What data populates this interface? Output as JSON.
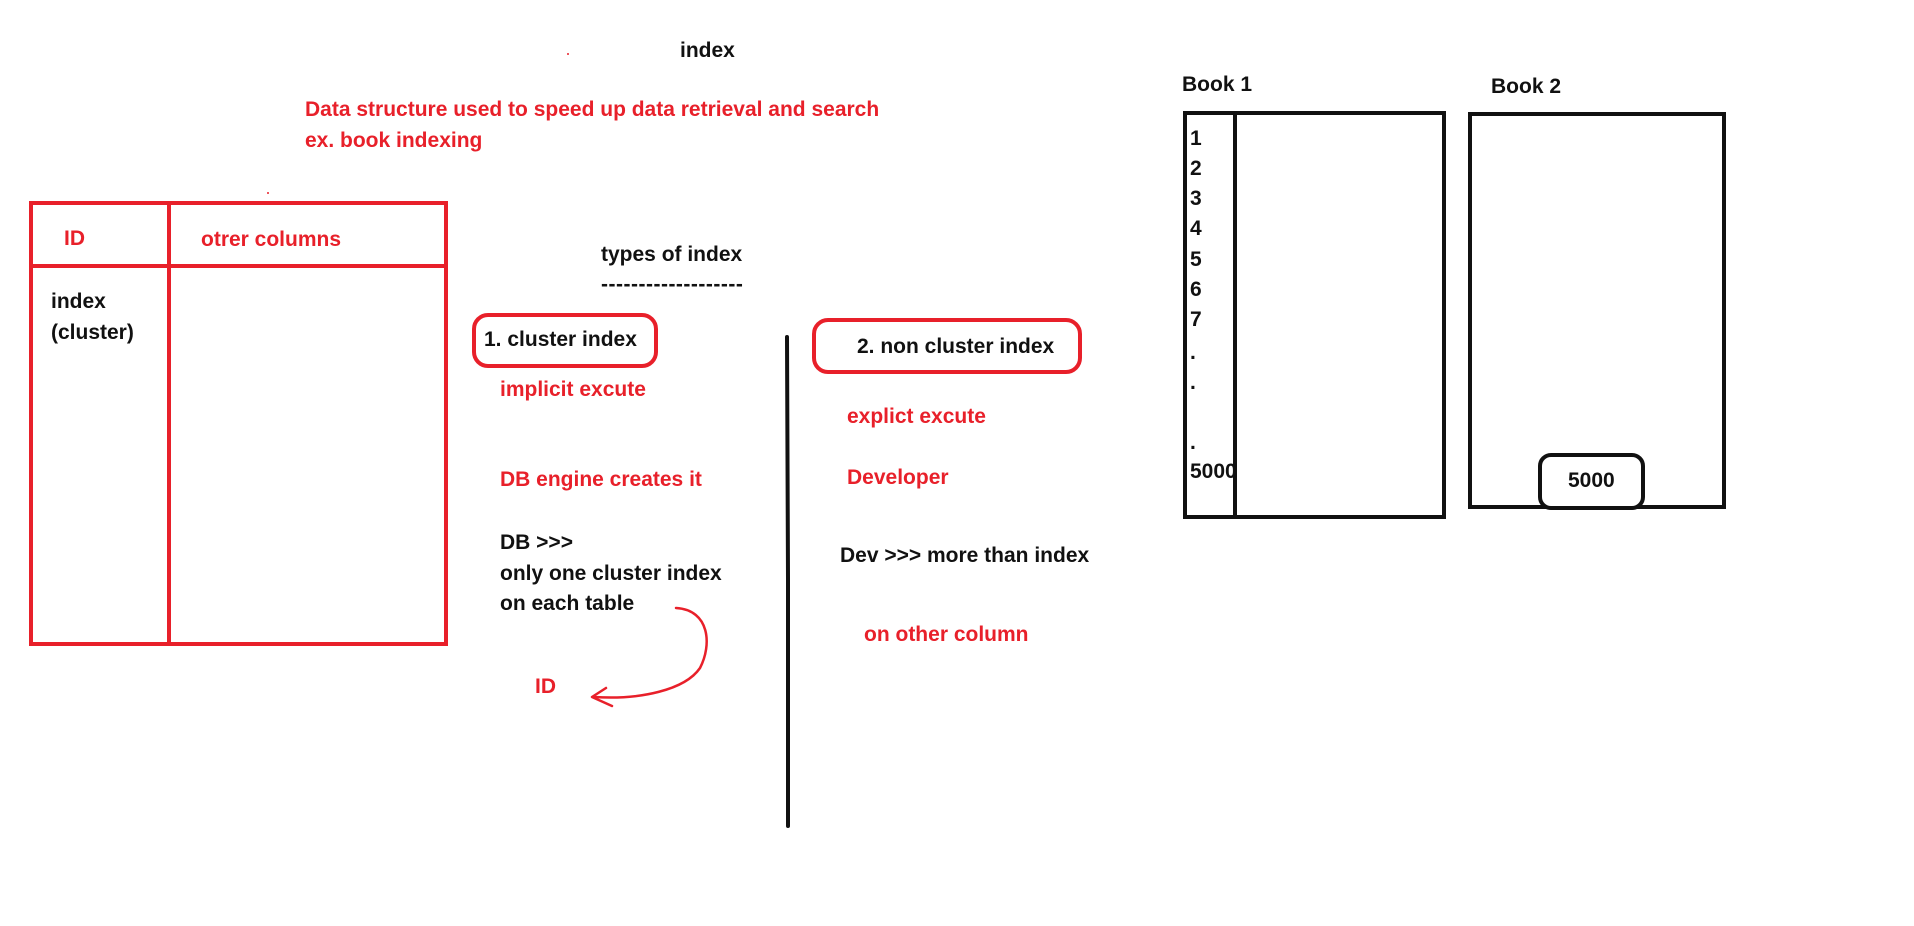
{
  "colors": {
    "accent_red": "#e8202a",
    "ink": "#111111",
    "background": "#ffffff"
  },
  "title": "index",
  "definition": {
    "line1": "Data structure used to speed up data retrieval and search",
    "line2": "ex. book indexing"
  },
  "table": {
    "col1_header": "ID",
    "col2_header": "otrer columns",
    "cell_line1": "index",
    "cell_line2": "(cluster)"
  },
  "types": {
    "heading": "types of index",
    "underline": "-------------------",
    "cluster": {
      "label": "1. cluster index",
      "note1": "implicit excute",
      "note2": "DB engine creates it",
      "db_line1": "DB >>>",
      "db_line2": "only one cluster index",
      "db_line3": "on each table",
      "id_label": "ID"
    },
    "non_cluster": {
      "label": "2. non cluster index",
      "note1": "explict excute",
      "note2": "Developer",
      "dev_line": "Dev >>> more than index",
      "note3": "on other column"
    }
  },
  "book1": {
    "title": "Book 1",
    "pages": [
      "1",
      "2",
      "3",
      "4",
      "5",
      "6",
      "7",
      ".",
      ".",
      ".",
      "5000"
    ]
  },
  "book2": {
    "title": "Book 2",
    "page_label": "5000"
  }
}
